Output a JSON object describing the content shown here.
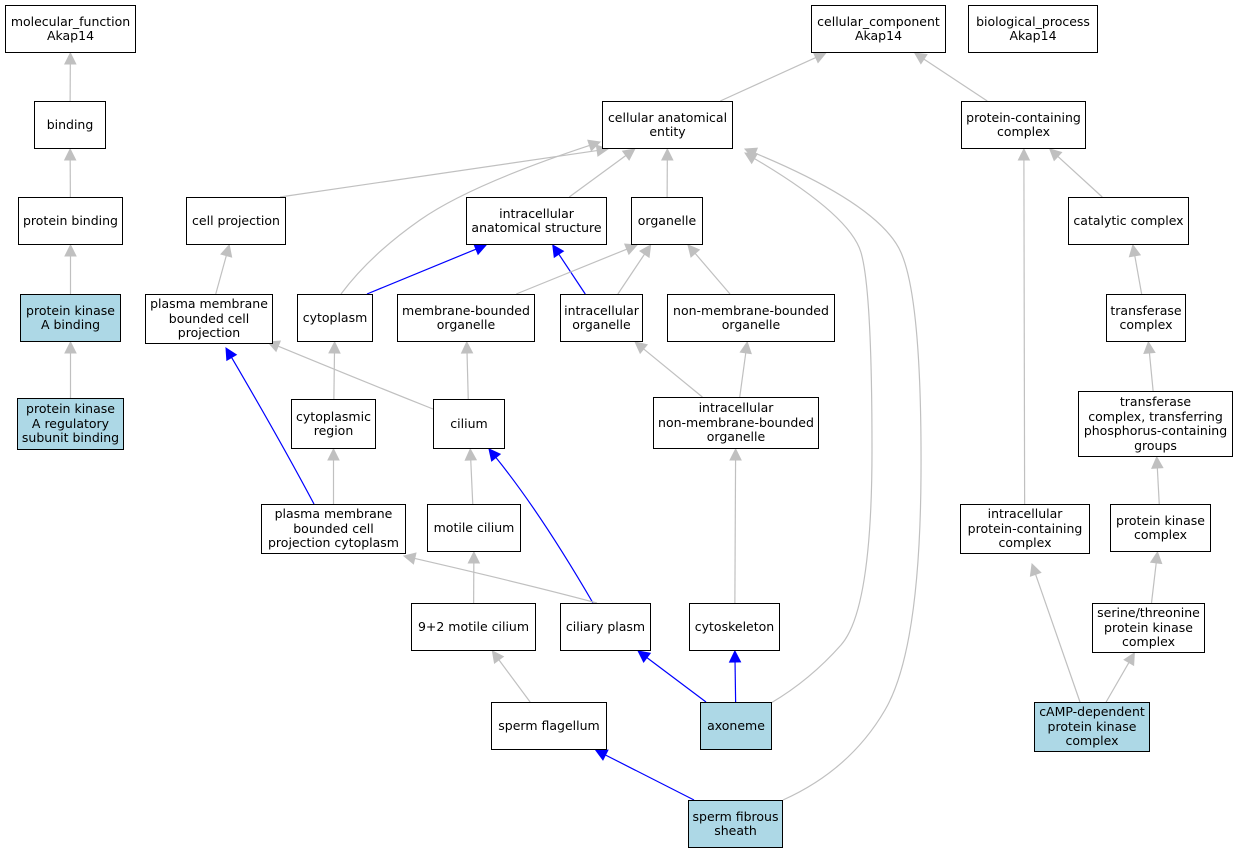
{
  "nodes": {
    "mf": {
      "label": "molecular_function\nAkap14",
      "highlight": false
    },
    "binding": {
      "label": "binding",
      "highlight": false
    },
    "protein_binding": {
      "label": "protein binding",
      "highlight": false
    },
    "pka_binding": {
      "label": "protein kinase\nA binding",
      "highlight": true
    },
    "pka_reg": {
      "label": "protein kinase\nA regulatory\nsubunit binding",
      "highlight": true
    },
    "cc": {
      "label": "cellular_component\nAkap14",
      "highlight": false
    },
    "bp": {
      "label": "biological_process\nAkap14",
      "highlight": false
    },
    "cae": {
      "label": "cellular anatomical\nentity",
      "highlight": false
    },
    "pcc": {
      "label": "protein-containing\ncomplex",
      "highlight": false
    },
    "cell_proj": {
      "label": "cell projection",
      "highlight": false
    },
    "ias": {
      "label": "intracellular\nanatomical structure",
      "highlight": false
    },
    "organelle": {
      "label": "organelle",
      "highlight": false
    },
    "catalytic": {
      "label": "catalytic complex",
      "highlight": false
    },
    "pmbcp": {
      "label": "plasma membrane\nbounded cell\nprojection",
      "highlight": false
    },
    "cytoplasm": {
      "label": "cytoplasm",
      "highlight": false
    },
    "mbo": {
      "label": "membrane-bounded\norganelle",
      "highlight": false
    },
    "io": {
      "label": "intracellular\norganelle",
      "highlight": false
    },
    "nmbo": {
      "label": "non-membrane-bounded\norganelle",
      "highlight": false
    },
    "transferase": {
      "label": "transferase\ncomplex",
      "highlight": false
    },
    "cyto_region": {
      "label": "cytoplasmic\nregion",
      "highlight": false
    },
    "cilium": {
      "label": "cilium",
      "highlight": false
    },
    "inmbo": {
      "label": "intracellular\nnon-membrane-bounded\norganelle",
      "highlight": false
    },
    "tctpcg": {
      "label": "transferase\ncomplex, transferring\nphosphorus-containing\ngroups",
      "highlight": false
    },
    "pmbcpc": {
      "label": "plasma membrane\nbounded cell\nprojection cytoplasm",
      "highlight": false
    },
    "motile": {
      "label": "motile cilium",
      "highlight": false
    },
    "ipcc": {
      "label": "intracellular\nprotein-containing\ncomplex",
      "highlight": false
    },
    "pkc": {
      "label": "protein kinase\ncomplex",
      "highlight": false
    },
    "nine2": {
      "label": "9+2 motile cilium",
      "highlight": false
    },
    "ciliary": {
      "label": "ciliary plasm",
      "highlight": false
    },
    "cytoskeleton": {
      "label": "cytoskeleton",
      "highlight": false
    },
    "stpkc": {
      "label": "serine/threonine\nprotein kinase\ncomplex",
      "highlight": false
    },
    "flagellum": {
      "label": "sperm flagellum",
      "highlight": false
    },
    "axoneme": {
      "label": "axoneme",
      "highlight": true
    },
    "camp": {
      "label": "cAMP-dependent\nprotein kinase\ncomplex",
      "highlight": true
    },
    "sfs": {
      "label": "sperm fibrous\nsheath",
      "highlight": true
    }
  },
  "edges": [
    {
      "from": "binding",
      "to": "mf",
      "type": "is_a"
    },
    {
      "from": "protein_binding",
      "to": "binding",
      "type": "is_a"
    },
    {
      "from": "pka_binding",
      "to": "protein_binding",
      "type": "is_a"
    },
    {
      "from": "pka_reg",
      "to": "pka_binding",
      "type": "is_a"
    },
    {
      "from": "cae",
      "to": "cc",
      "type": "is_a"
    },
    {
      "from": "pcc",
      "to": "cc",
      "type": "is_a"
    },
    {
      "from": "cell_proj",
      "to": "cae",
      "type": "is_a"
    },
    {
      "from": "ias",
      "to": "cae",
      "type": "is_a"
    },
    {
      "from": "organelle",
      "to": "cae",
      "type": "is_a"
    },
    {
      "from": "cytoplasm",
      "to": "cae",
      "type": "is_a"
    },
    {
      "from": "axoneme",
      "to": "cae",
      "type": "is_a"
    },
    {
      "from": "sfs",
      "to": "cae",
      "type": "is_a"
    },
    {
      "from": "catalytic",
      "to": "pcc",
      "type": "is_a"
    },
    {
      "from": "ipcc",
      "to": "pcc",
      "type": "is_a"
    },
    {
      "from": "pmbcp",
      "to": "cell_proj",
      "type": "is_a"
    },
    {
      "from": "cytoplasm",
      "to": "ias",
      "type": "part_of"
    },
    {
      "from": "io",
      "to": "ias",
      "type": "part_of"
    },
    {
      "from": "mbo",
      "to": "organelle",
      "type": "is_a"
    },
    {
      "from": "io",
      "to": "organelle",
      "type": "is_a"
    },
    {
      "from": "nmbo",
      "to": "organelle",
      "type": "is_a"
    },
    {
      "from": "transferase",
      "to": "catalytic",
      "type": "is_a"
    },
    {
      "from": "cilium",
      "to": "pmbcp",
      "type": "is_a"
    },
    {
      "from": "pmbcpc",
      "to": "pmbcp",
      "type": "part_of"
    },
    {
      "from": "cyto_region",
      "to": "cytoplasm",
      "type": "is_a"
    },
    {
      "from": "cilium",
      "to": "mbo",
      "type": "is_a"
    },
    {
      "from": "inmbo",
      "to": "io",
      "type": "is_a"
    },
    {
      "from": "inmbo",
      "to": "nmbo",
      "type": "is_a"
    },
    {
      "from": "tctpcg",
      "to": "transferase",
      "type": "is_a"
    },
    {
      "from": "pmbcpc",
      "to": "cyto_region",
      "type": "is_a"
    },
    {
      "from": "motile",
      "to": "cilium",
      "type": "is_a"
    },
    {
      "from": "ciliary",
      "to": "cilium",
      "type": "part_of"
    },
    {
      "from": "cytoskeleton",
      "to": "inmbo",
      "type": "is_a"
    },
    {
      "from": "pkc",
      "to": "tctpcg",
      "type": "is_a"
    },
    {
      "from": "ciliary",
      "to": "pmbcpc",
      "type": "is_a"
    },
    {
      "from": "nine2",
      "to": "motile",
      "type": "is_a"
    },
    {
      "from": "camp",
      "to": "ipcc",
      "type": "is_a"
    },
    {
      "from": "stpkc",
      "to": "pkc",
      "type": "is_a"
    },
    {
      "from": "flagellum",
      "to": "nine2",
      "type": "is_a"
    },
    {
      "from": "axoneme",
      "to": "ciliary",
      "type": "part_of"
    },
    {
      "from": "axoneme",
      "to": "cytoskeleton",
      "type": "part_of"
    },
    {
      "from": "camp",
      "to": "stpkc",
      "type": "is_a"
    },
    {
      "from": "sfs",
      "to": "flagellum",
      "type": "part_of"
    }
  ],
  "colors": {
    "is_a": "#c0c0c0",
    "part_of": "#0000ff",
    "highlight_fill": "#add8e6"
  }
}
